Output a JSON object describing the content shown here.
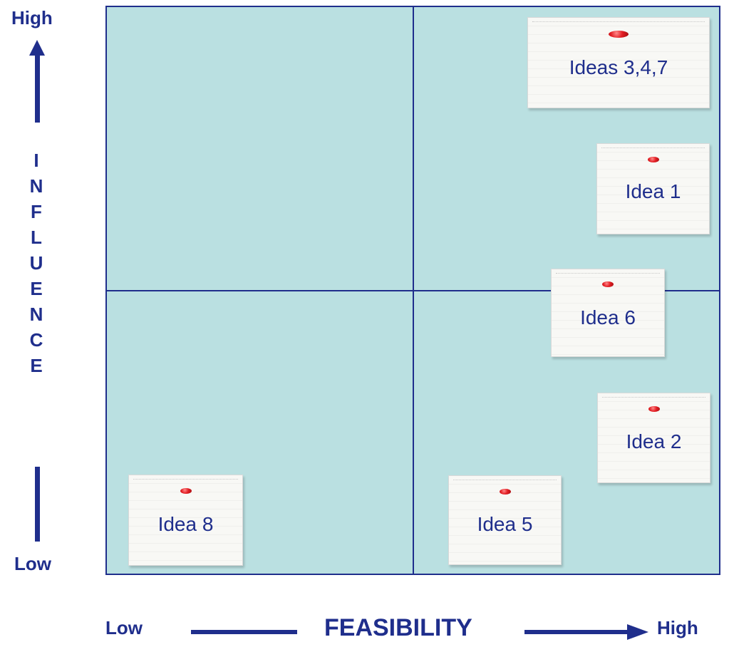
{
  "diagram": {
    "y_axis": {
      "high_label": "High",
      "low_label": "Low",
      "title_letters": [
        "I",
        "N",
        "F",
        "L",
        "U",
        "E",
        "N",
        "C",
        "E"
      ]
    },
    "x_axis": {
      "low_label": "Low",
      "title": "FEASIBILITY",
      "high_label": "High"
    },
    "notes": [
      {
        "label": "Ideas 3,4,7"
      },
      {
        "label": "Idea 1"
      },
      {
        "label": "Idea 6"
      },
      {
        "label": "Idea 2"
      },
      {
        "label": "Idea 8"
      },
      {
        "label": "Idea 5"
      }
    ]
  },
  "colors": {
    "matrix_fill": "#bae0e1",
    "ink": "#1f2e8c",
    "pin": "#e31e24"
  }
}
